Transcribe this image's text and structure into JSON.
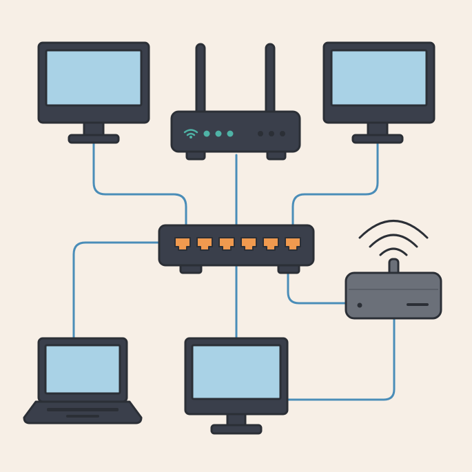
{
  "colors": {
    "background": "#f7efe6",
    "outline": "#2b2f36",
    "device_body": "#3a3f4b",
    "device_body_light": "#4a505c",
    "screen": "#a9d2e6",
    "cable": "#4a8db8",
    "port": "#f09a4f",
    "led": "#4fb3a6",
    "access_point": "#6b7079"
  },
  "nodes": [
    {
      "id": "desktop-top-left",
      "type": "desktop-monitor",
      "icon": "monitor-icon"
    },
    {
      "id": "router",
      "type": "wifi-router",
      "icon": "router-icon"
    },
    {
      "id": "desktop-top-right",
      "type": "desktop-monitor",
      "icon": "monitor-icon"
    },
    {
      "id": "switch",
      "type": "network-switch",
      "icon": "switch-icon",
      "ports": 6
    },
    {
      "id": "access-point",
      "type": "wireless-access-point",
      "icon": "access-point-icon"
    },
    {
      "id": "laptop",
      "type": "laptop",
      "icon": "laptop-icon"
    },
    {
      "id": "desktop-bottom",
      "type": "desktop-monitor",
      "icon": "monitor-icon"
    }
  ],
  "edges": [
    {
      "from": "desktop-top-left",
      "to": "switch"
    },
    {
      "from": "router",
      "to": "switch"
    },
    {
      "from": "desktop-top-right",
      "to": "switch"
    },
    {
      "from": "laptop",
      "to": "switch"
    },
    {
      "from": "desktop-bottom",
      "to": "switch"
    },
    {
      "from": "access-point",
      "to": "switch"
    },
    {
      "from": "access-point",
      "to": "desktop-bottom"
    }
  ]
}
